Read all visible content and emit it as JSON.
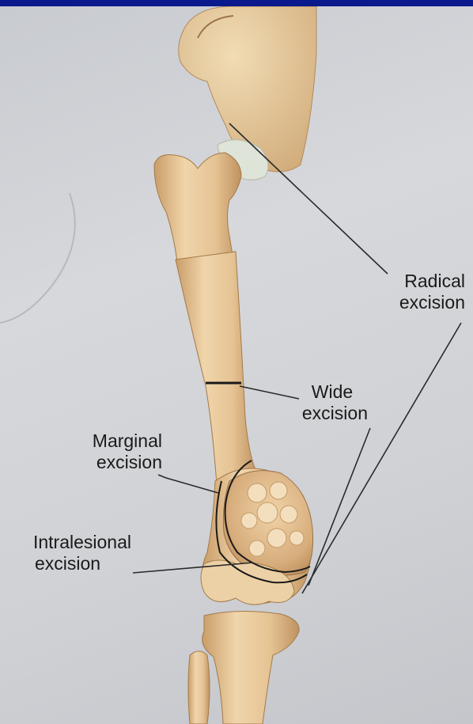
{
  "labels": {
    "radical": {
      "line1": "Radical",
      "line2": "excision"
    },
    "wide": {
      "line1": "Wide",
      "line2": "excision"
    },
    "marginal": {
      "line1": "Marginal",
      "line2": "excision"
    },
    "intralesional": {
      "line1": "Intralesional",
      "line2": "excision"
    }
  },
  "colors": {
    "frame": "#0a1a8c",
    "bone": "#e9c99a",
    "bone_shadow": "#c99d68",
    "tumor": "#dcb486",
    "leader_line": "#2a2a2a"
  }
}
